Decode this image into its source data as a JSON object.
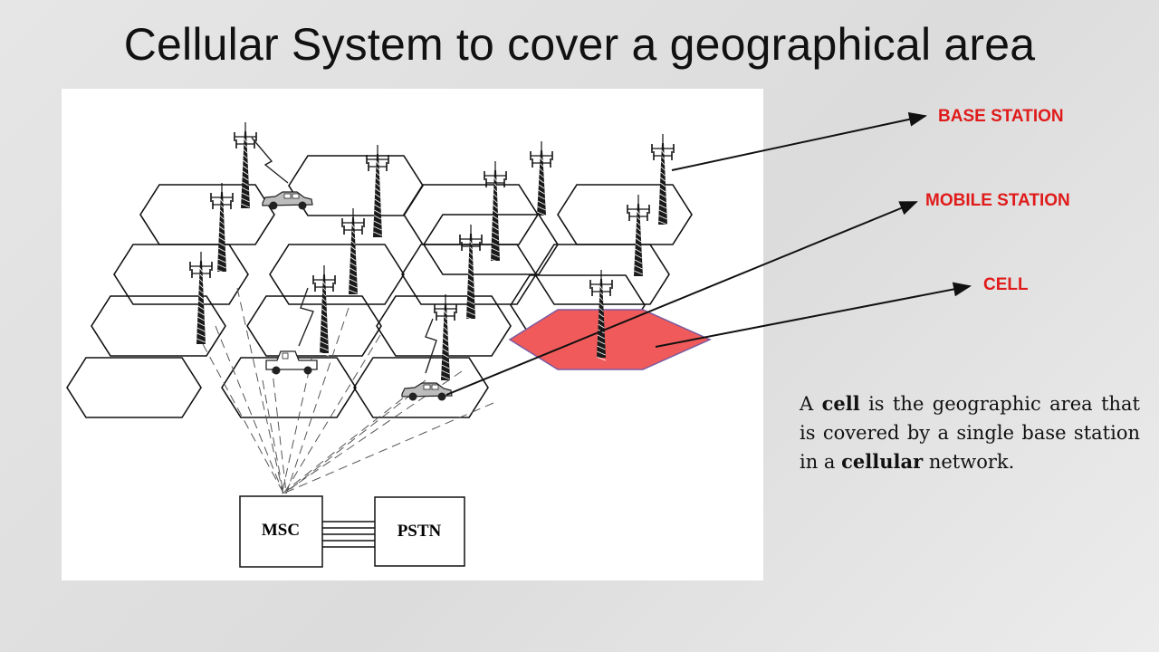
{
  "title": "Cellular System to cover a geographical area",
  "callouts": {
    "base_station": "BASE STATION",
    "mobile_station": "MOBILE STATION",
    "cell": "CELL"
  },
  "definition": {
    "part1": "A ",
    "cell_word": "cell",
    "part2": " is the geographic area that is covered by a single base station in a ",
    "cellular_word": "cellular",
    "part3": " network."
  },
  "diagram": {
    "msc_label": "MSC",
    "pstn_label": "PSTN"
  },
  "colors": {
    "callout_text": "#e01b1b",
    "highlighted_cell": "#f05a5a",
    "highlighted_cell_border": "#7a5aa0"
  },
  "icons": [
    "base-station-tower-icon",
    "car-icon",
    "pickup-truck-icon",
    "radio-link-icon"
  ]
}
